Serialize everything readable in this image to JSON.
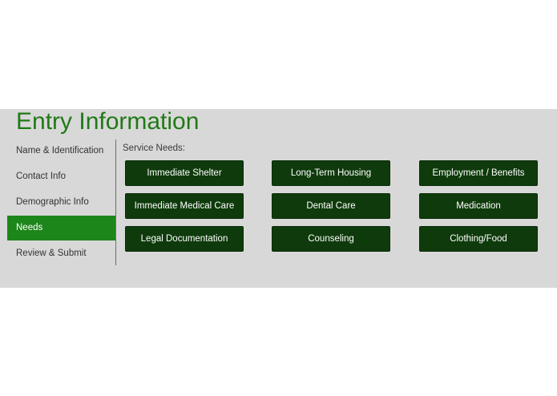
{
  "page": {
    "title": "Entry Information"
  },
  "sidebar": {
    "items": [
      {
        "label": "Name & Identification",
        "active": false
      },
      {
        "label": "Contact Info",
        "active": false
      },
      {
        "label": "Demographic Info",
        "active": false
      },
      {
        "label": "Needs",
        "active": true
      },
      {
        "label": "Review & Submit",
        "active": false
      }
    ]
  },
  "needs": {
    "section_label": "Service Needs:",
    "buttons": [
      "Immediate Shelter",
      "Long-Term Housing",
      "Employment / Benefits",
      "Immediate Medical Care",
      "Dental Care",
      "Medication",
      "Legal Documentation",
      "Counseling",
      "Clothing/Food"
    ]
  },
  "colors": {
    "title_green": "#1f7a16",
    "active_nav": "#1d861b",
    "button_bg": "#0f3b0c",
    "panel_bg": "#d9d8d8"
  }
}
